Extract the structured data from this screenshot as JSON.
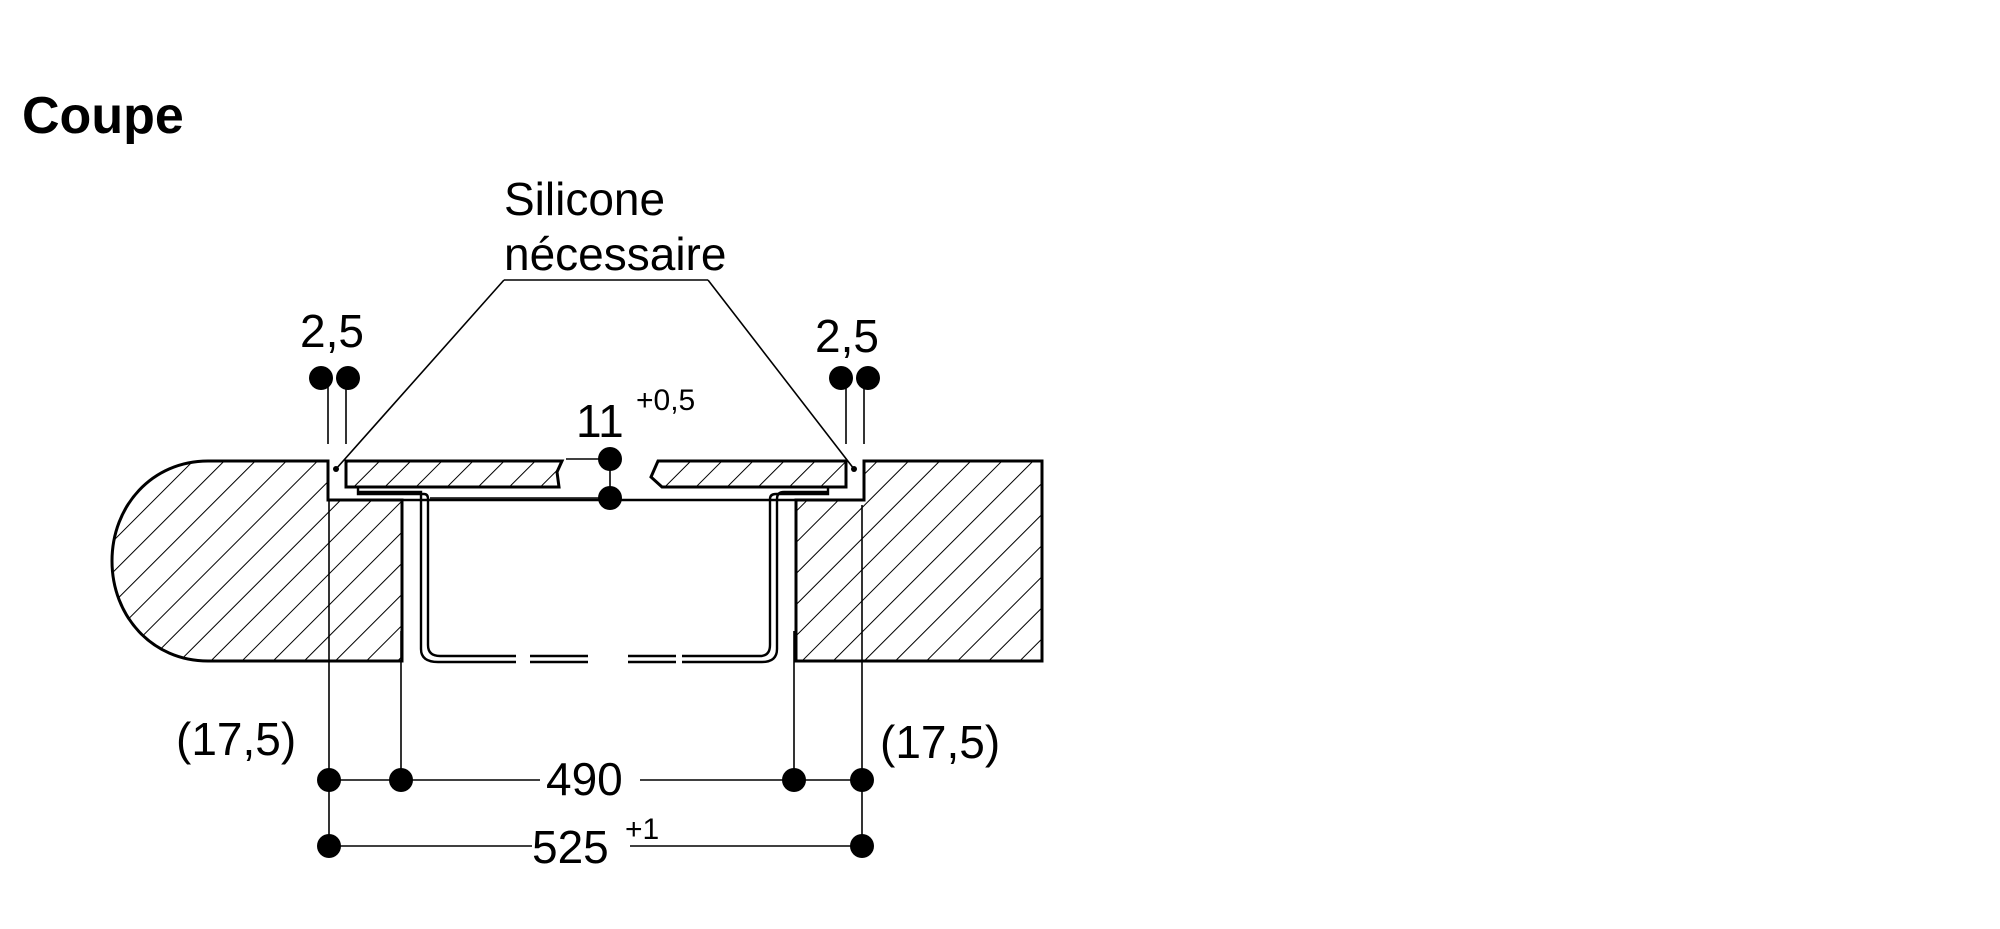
{
  "title": "Coupe",
  "callout": {
    "line1": "Silicone",
    "line2": "nécessaire"
  },
  "dimensions": {
    "gap_left": "2,5",
    "gap_right": "2,5",
    "depth_value": "11",
    "depth_tolerance": "+0,5",
    "offset_left": "(17,5)",
    "offset_right": "(17,5)",
    "inner_width": "490",
    "outer_width_value": "525",
    "outer_width_tolerance": "+1"
  }
}
